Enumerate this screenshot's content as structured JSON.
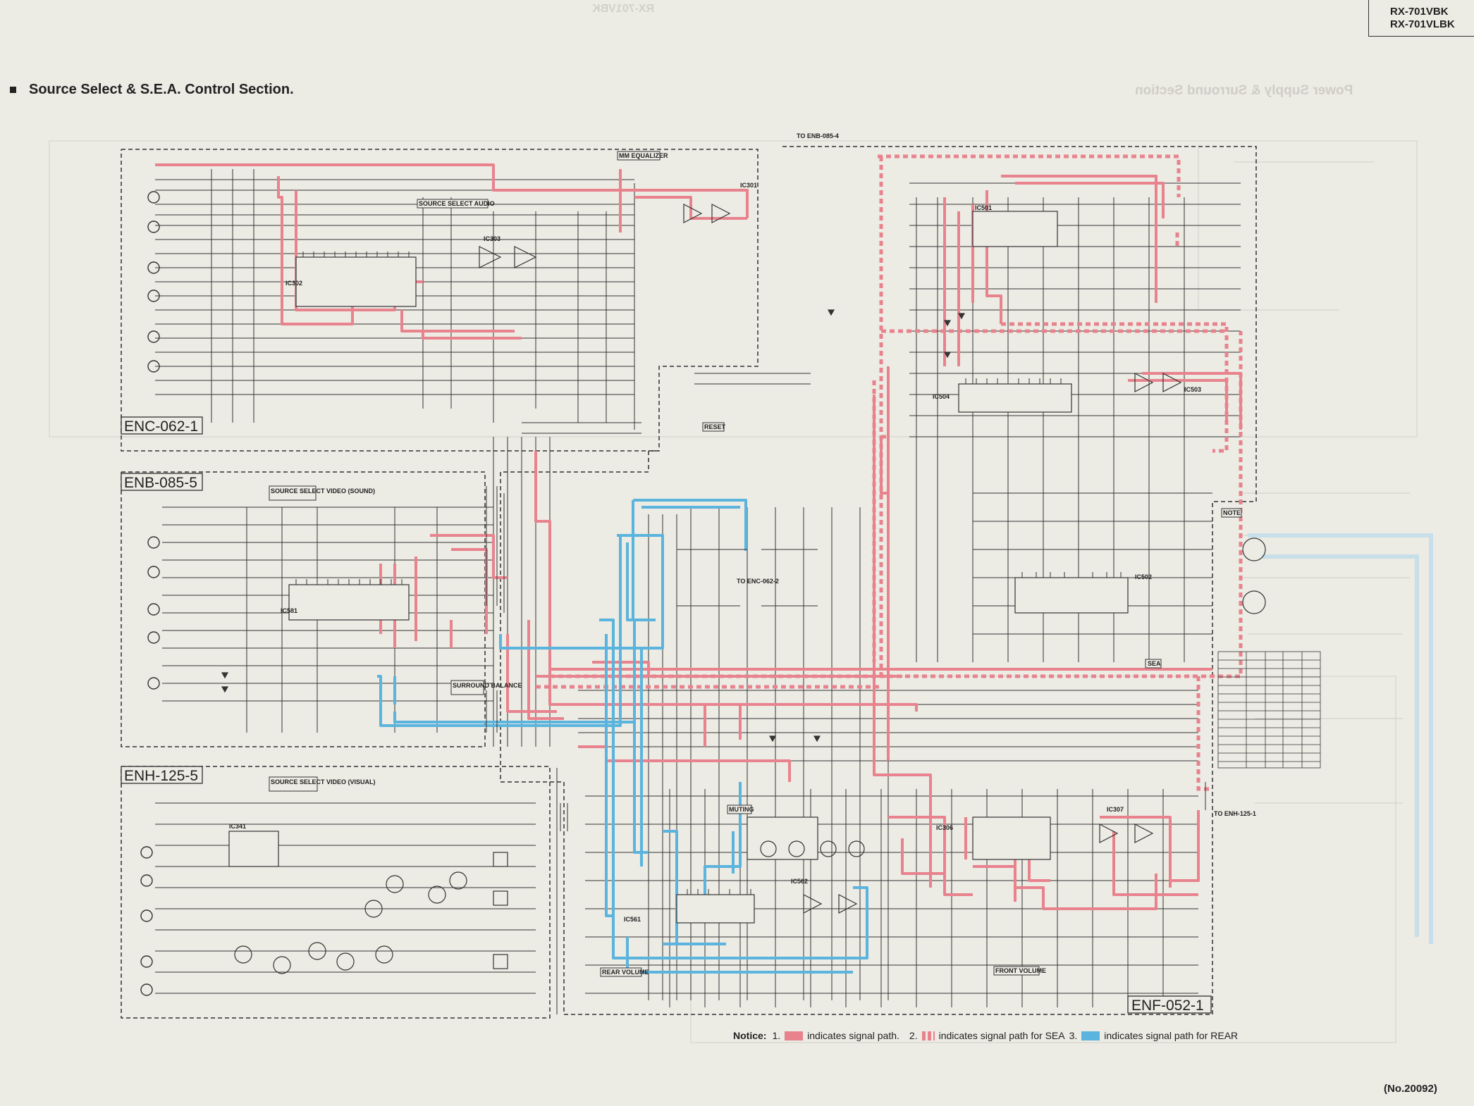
{
  "header": {
    "model_line1": "RX-701VBK",
    "model_line2": "RX-701VLBK",
    "section_title": "Source Select & S.E.A. Control Section.",
    "ghost_section_title": "Power Supply & Surround Section",
    "ghost_model": "RX-701VBK"
  },
  "boards": {
    "enc": "ENC-062-1",
    "enb": "ENB-085-5",
    "enh": "ENH-125-5",
    "enf": "ENF-052-1"
  },
  "tags": {
    "source_select_audio": "SOURCE SELECT  AUDIO",
    "mm_equalizer": "MM EQUALIZER",
    "source_select_video_sound": "SOURCE SELECT VIDEO (SOUND)",
    "source_select_video_visual": "SOURCE SELECT VIDEO (VISUAL)",
    "surround_balance": "SURROUND BALANCE",
    "muting": "MUTING",
    "rear_volume": "REAR VOLUME",
    "front_volume": "FRONT VOLUME",
    "sea": "SEA",
    "reset": "RESET",
    "note": "NOTE",
    "to_enb": "TO ENB-085-4",
    "to_enh": "TO ENH-125-1",
    "to_enc": "TO ENC-062-2"
  },
  "components": {
    "ic301": "IC301",
    "ic302": "IC302",
    "ic303": "IC303",
    "ic501": "IC501",
    "ic502": "IC502",
    "ic503": "IC503",
    "ic504": "IC504",
    "ic306": "IC306",
    "ic307": "IC307",
    "ic561": "IC561",
    "ic562": "IC562",
    "ic581": "IC581",
    "ic341": "IC341"
  },
  "notice": {
    "label": "Notice:",
    "item1_num": "1.",
    "item1_text": "indicates signal path.",
    "item2_num": "2.",
    "item2_text": "indicates signal path for SEA",
    "item3_num": "3.",
    "item3_text": "indicates signal path for REAR"
  },
  "page_number": "(No.20092)",
  "colors": {
    "signal_path": "#e8838e",
    "sea_path": "#e8838e",
    "rear_path": "#5ab4dd",
    "line": "#333333",
    "paper": "#ecebe4"
  }
}
